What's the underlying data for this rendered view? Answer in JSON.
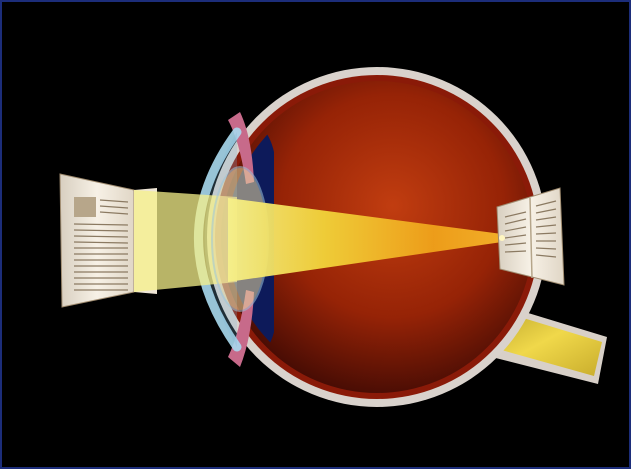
{
  "figure": {
    "subject": "eye-cross-section",
    "elements": [
      "sclera",
      "choroid",
      "vitreous-body",
      "cornea",
      "iris",
      "lens",
      "light-beam",
      "focal-point",
      "optic-nerve",
      "object-book",
      "retinal-image-book"
    ]
  },
  "colors": {
    "background": "#000000",
    "frame_border": "#1c2d7a",
    "sclera": "#d9d2cc",
    "vitreous_inner": "#b9380c",
    "vitreous_outer": "#4a0b05",
    "cornea": "#a9d9ee",
    "iris": "#c76a8a",
    "anterior_chamber": "#0d1a5a",
    "beam_light": "#f5ec6a",
    "beam_orange": "#f0a21a",
    "optic_nerve": "#e6c83a",
    "page": "#f3ece0"
  }
}
